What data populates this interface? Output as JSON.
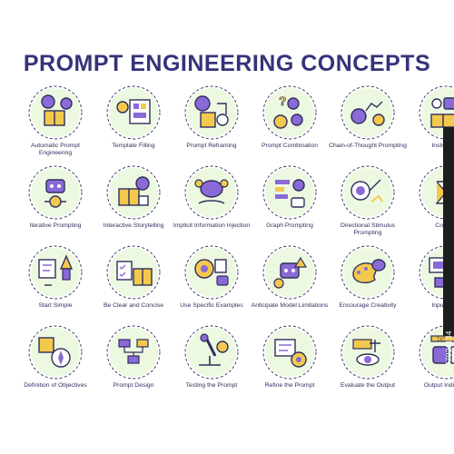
{
  "title": "PROMPT ENGINEERING CONCEPTS",
  "colors": {
    "title": "#34337a",
    "outline": "#2f2e5f",
    "purple": "#8a6ad6",
    "yellow": "#f2c94c",
    "green": "#dff2c8"
  },
  "stock_id": "877921134",
  "icons": [
    {
      "label": "Automatic Prompt Engineering",
      "icon": "gear-book-icon"
    },
    {
      "label": "Template Filling",
      "icon": "template-icon"
    },
    {
      "label": "Prompt Reframing",
      "icon": "reframing-icon"
    },
    {
      "label": "Prompt Combination",
      "icon": "combination-icon"
    },
    {
      "label": "Chain-of-Thought Prompting",
      "icon": "chain-of-thought-icon"
    },
    {
      "label": "Instruction",
      "icon": "instruction-icon"
    },
    {
      "label": "Iterative Prompting",
      "icon": "iterative-icon"
    },
    {
      "label": "Interactive Storytelling",
      "icon": "storytelling-icon"
    },
    {
      "label": "Implicit Information Injection",
      "icon": "brain-hand-icon"
    },
    {
      "label": "Graph Prompting",
      "icon": "graph-icon"
    },
    {
      "label": "Directional Stimulus Prompting",
      "icon": "target-icon"
    },
    {
      "label": "Context",
      "icon": "context-icon"
    },
    {
      "label": "Start Simple",
      "icon": "rocket-icon"
    },
    {
      "label": "Be Clear and Concise",
      "icon": "checklist-book-icon"
    },
    {
      "label": "Use Specific Examples",
      "icon": "examples-icon"
    },
    {
      "label": "Anticipate Model Limitations",
      "icon": "robot-warning-icon"
    },
    {
      "label": "Encourage Creativity",
      "icon": "palette-icon"
    },
    {
      "label": "Input Data",
      "icon": "input-data-icon"
    },
    {
      "label": "Definition of Objectives",
      "icon": "compass-icon"
    },
    {
      "label": "Prompt Design",
      "icon": "flowchart-icon"
    },
    {
      "label": "Testing the Prompt",
      "icon": "microscope-icon"
    },
    {
      "label": "Refine the Prompt",
      "icon": "refine-icon"
    },
    {
      "label": "Evaluate the Output",
      "icon": "eye-scale-icon"
    },
    {
      "label": "Output Indicator",
      "icon": "ruler-robot-icon"
    }
  ]
}
